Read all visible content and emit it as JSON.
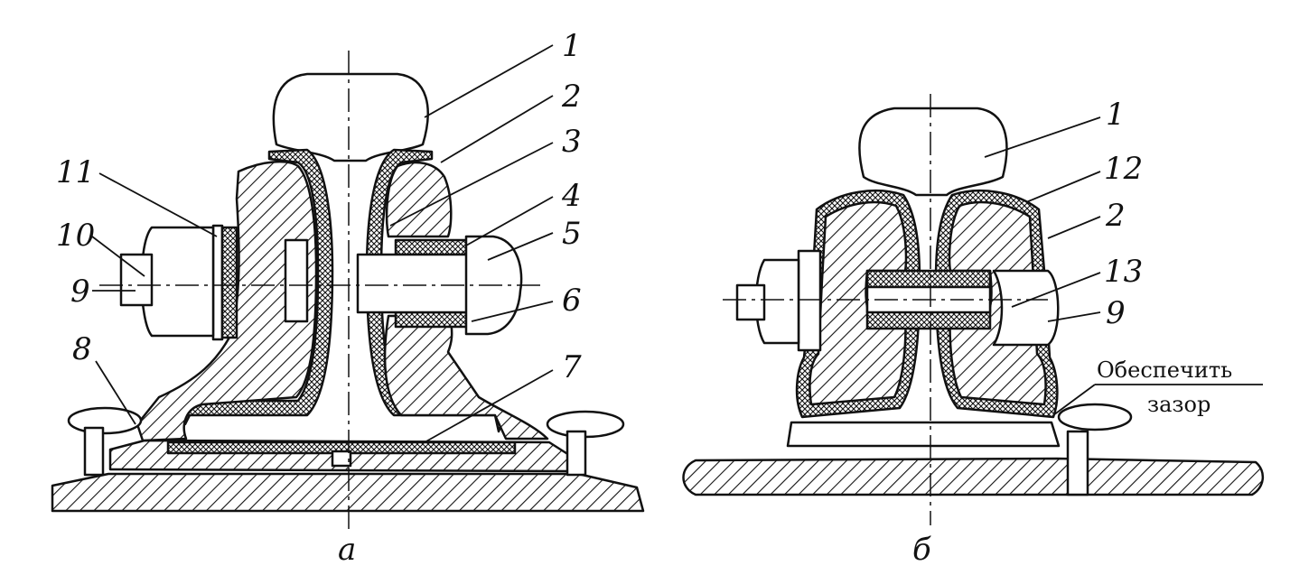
{
  "figure_a": {
    "caption": "а",
    "labels": [
      "1",
      "2",
      "3",
      "4",
      "5",
      "6",
      "7",
      "8",
      "9",
      "10",
      "11"
    ]
  },
  "figure_b": {
    "caption": "б",
    "labels": [
      "1",
      "12",
      "2",
      "13",
      "9"
    ],
    "note_line1": "Обеспечить",
    "note_line2": "зазор"
  },
  "colors": {
    "ink": "#111111",
    "paper": "#ffffff"
  }
}
